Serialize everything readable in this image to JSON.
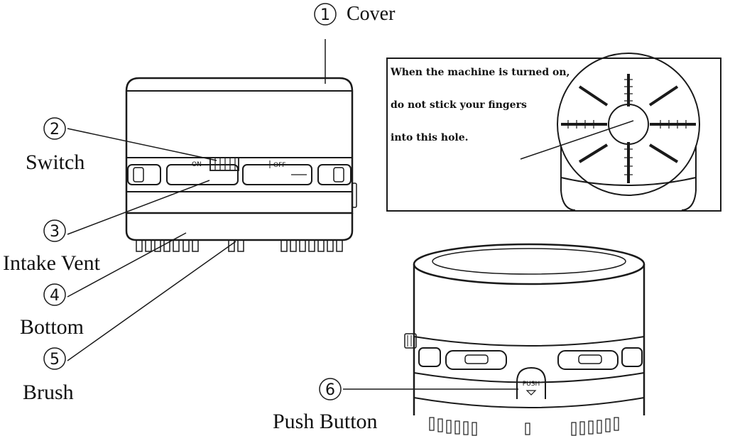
{
  "callouts": [
    {
      "number": "1",
      "label": "Cover"
    },
    {
      "number": "2",
      "label": "Switch"
    },
    {
      "number": "3",
      "label": "Intake Vent"
    },
    {
      "number": "4",
      "label": "Bottom"
    },
    {
      "number": "5",
      "label": "Brush"
    },
    {
      "number": "6",
      "label": "Push Button"
    }
  ],
  "switch_marks": {
    "on": "ON",
    "off": "OFF"
  },
  "push_mark": "PUSH",
  "warning": {
    "line1": "When the machine is turned on,",
    "line2": "do not stick your fingers",
    "line3": "into this hole."
  }
}
